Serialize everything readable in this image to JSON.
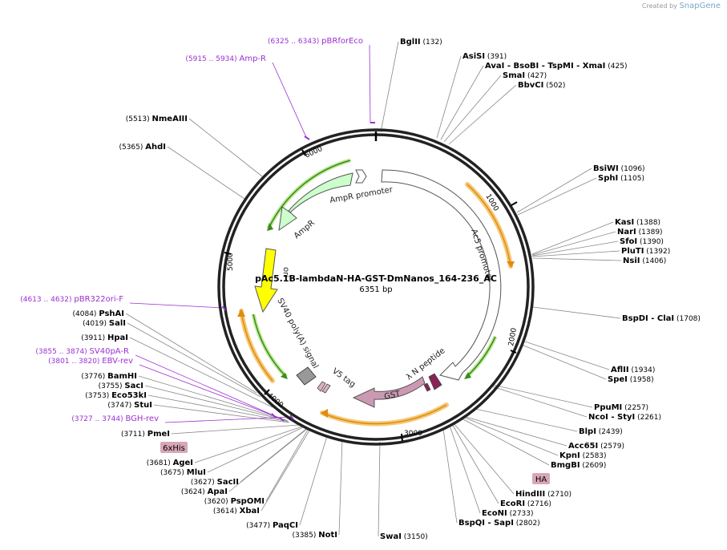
{
  "credit": {
    "prefix": "Created by",
    "brand": "SnapGene"
  },
  "plasmid": {
    "name": "pAc5.1B-lambdaN-HA-GST-DmNanos_164-236_AC",
    "size_label": "6351 bp",
    "length": 6351
  },
  "tick_labels": [
    "1000",
    "2000",
    "3000",
    "4000",
    "5000",
    "6000"
  ],
  "colors": {
    "backbone": "#222222",
    "primer": "#9b30d0",
    "orange": "#f0a020",
    "green": "#5aa02c",
    "ampr_fill": "#ccffcc",
    "gst_fill": "#cc99b3",
    "lambda_fill": "#8a2255",
    "ori_fill": "#ffff00",
    "sv40_fill": "#999999",
    "tag_fill": "#e0b0c0"
  },
  "features": [
    {
      "name": "AmpR promoter",
      "label": "AmpR promoter"
    },
    {
      "name": "AmpR",
      "label": "AmpR"
    },
    {
      "name": "ori",
      "label": "ori"
    },
    {
      "name": "Ac5 promoter",
      "label": "Ac5 promoter"
    },
    {
      "name": "SV40 poly(A) signal",
      "label": "SV40 poly(A) signal"
    },
    {
      "name": "V5 tag",
      "label": "V5 tag"
    },
    {
      "name": "GST",
      "label": "GST"
    },
    {
      "name": "lambda N peptide",
      "label": "λ N peptide"
    }
  ],
  "boxed_labels": [
    {
      "name": "6xHis",
      "label": "6xHis"
    },
    {
      "name": "HA",
      "label": "HA"
    }
  ],
  "enzymes": [
    {
      "name": "BglII",
      "pos": "(132)"
    },
    {
      "name": "AsiSI",
      "pos": "(391)"
    },
    {
      "name": "AvaI",
      "extra": [
        "BsoBI",
        "TspMI",
        "XmaI"
      ],
      "pos": "(425)"
    },
    {
      "name": "SmaI",
      "pos": "(427)"
    },
    {
      "name": "BbvCI",
      "pos": "(502)"
    },
    {
      "name": "BsiWI",
      "pos": "(1096)"
    },
    {
      "name": "SphI",
      "pos": "(1105)"
    },
    {
      "name": "KasI",
      "pos": "(1388)"
    },
    {
      "name": "NarI",
      "pos": "(1389)"
    },
    {
      "name": "SfoI",
      "pos": "(1390)"
    },
    {
      "name": "PluTI",
      "pos": "(1392)"
    },
    {
      "name": "NsiI",
      "pos": "(1406)"
    },
    {
      "name": "BspDI",
      "extra": [
        "ClaI"
      ],
      "pos": "(1708)"
    },
    {
      "name": "AflII",
      "pos": "(1934)"
    },
    {
      "name": "SpeI",
      "pos": "(1958)"
    },
    {
      "name": "PpuMI",
      "pos": "(2257)"
    },
    {
      "name": "NcoI",
      "extra": [
        "StyI"
      ],
      "pos": "(2261)"
    },
    {
      "name": "BlpI",
      "pos": "(2439)"
    },
    {
      "name": "Acc65I",
      "pos": "(2579)"
    },
    {
      "name": "KpnI",
      "pos": "(2583)"
    },
    {
      "name": "BmgBI",
      "pos": "(2609)"
    },
    {
      "name": "HindIII",
      "pos": "(2710)"
    },
    {
      "name": "EcoRI",
      "pos": "(2716)"
    },
    {
      "name": "EcoNI",
      "pos": "(2733)"
    },
    {
      "name": "BspQI",
      "extra": [
        "SapI"
      ],
      "pos": "(2802)"
    },
    {
      "name": "SwaI",
      "pos": "(3150)"
    },
    {
      "name": "NotI",
      "pos": "(3385)"
    },
    {
      "name": "PaqCI",
      "pos": "(3477)"
    },
    {
      "name": "XbaI",
      "pos": "(3614)"
    },
    {
      "name": "PspOMI",
      "pos": "(3620)"
    },
    {
      "name": "ApaI",
      "pos": "(3624)"
    },
    {
      "name": "SacII",
      "pos": "(3627)"
    },
    {
      "name": "MluI",
      "pos": "(3675)"
    },
    {
      "name": "AgeI",
      "pos": "(3681)"
    },
    {
      "name": "PmeI",
      "pos": "(3711)"
    },
    {
      "name": "StuI",
      "pos": "(3747)"
    },
    {
      "name": "Eco53kI",
      "pos": "(3753)"
    },
    {
      "name": "SacI",
      "pos": "(3755)"
    },
    {
      "name": "BamHI",
      "pos": "(3776)"
    },
    {
      "name": "HpaI",
      "pos": "(3911)"
    },
    {
      "name": "SalI",
      "pos": "(4019)"
    },
    {
      "name": "PshAI",
      "pos": "(4084)"
    },
    {
      "name": "AhdI",
      "pos": "(5365)"
    },
    {
      "name": "NmeAIII",
      "pos": "(5513)"
    }
  ],
  "primers": [
    {
      "name": "pBRforEco",
      "range": "(6325 .. 6343)"
    },
    {
      "name": "Amp-R",
      "range": "(5915 .. 5934)"
    },
    {
      "name": "pBR322ori-F",
      "range": "(4613 .. 4632)"
    },
    {
      "name": "SV40pA-R",
      "range": "(3855 .. 3874)"
    },
    {
      "name": "EBV-rev",
      "range": "(3801 .. 3820)"
    },
    {
      "name": "BGH-rev",
      "range": "(3727 .. 3744)"
    }
  ]
}
